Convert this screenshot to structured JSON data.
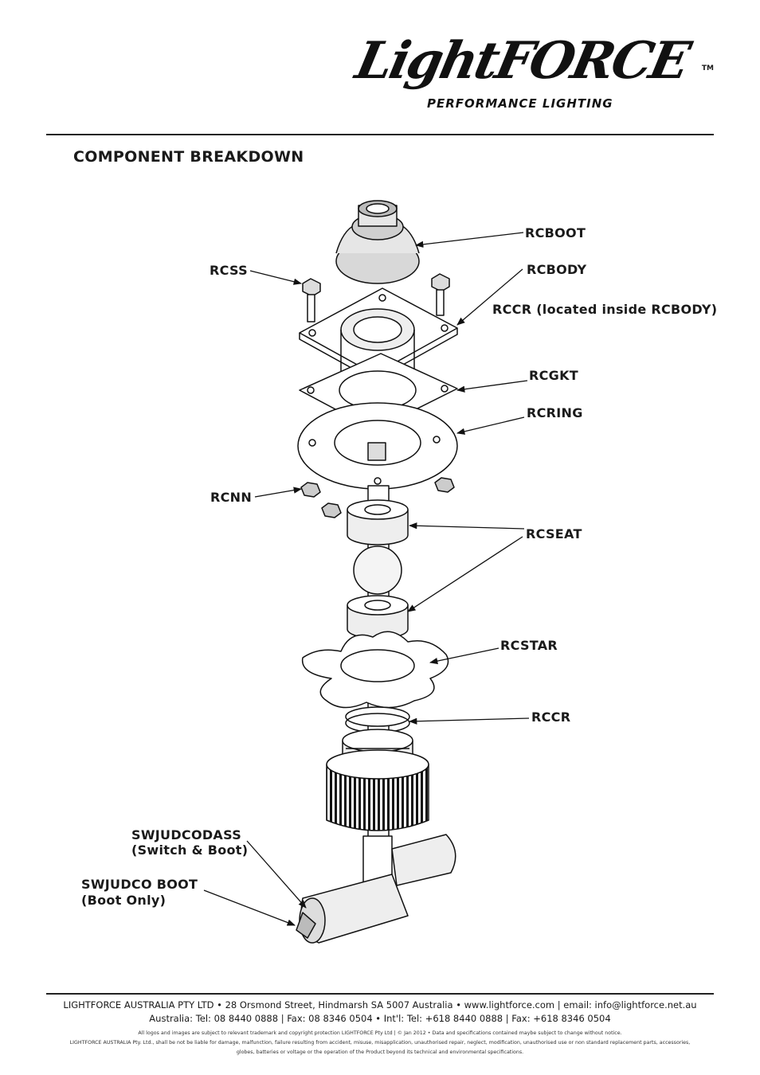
{
  "header": {
    "brand": "LightFORCE",
    "trademark": "TM",
    "tagline": "PERFORMANCE LIGHTING"
  },
  "page_title": "COMPONENT BREAKDOWN",
  "labels": {
    "rcboot": "RCBOOT",
    "rcss": "RCSS",
    "rcbody": "RCBODY",
    "rccr_inside": "RCCR (located inside RCBODY)",
    "rcgkt": "RCGKT",
    "rcring": "RCRING",
    "rcnn": "RCNN",
    "rcseat": "RCSEAT",
    "rcstar": "RCSTAR",
    "rccr": "RCCR",
    "swjudcodass_line1": "SWJUDCODASS",
    "swjudcodass_line2": "(Switch & Boot)",
    "swjudco_boot_line1": "SWJUDCO BOOT",
    "swjudco_boot_line2": "(Boot Only)"
  },
  "footer": {
    "line1": "LIGHTFORCE AUSTRALIA PTY LTD • 28 Orsmond Street, Hindmarsh SA 5007 Australia • www.lightforce.com | email: info@lightforce.net.au",
    "line2": "Australia: Tel: 08 8440 0888 | Fax: 08 8346 0504 • Int'l: Tel: +618 8440 0888 | Fax: +618 8346 0504",
    "legal1": "All logos and images are subject to relevant trademark and copyright protection LIGHTFORCE Pty Ltd | © Jan 2012 • Data and specifications contained maybe subject to change without notice.",
    "legal2": "LIGHTFORCE AUSTRALIA Pty. Ltd., shall be not be liable for damage, malfunction, failure resulting from accident, misuse, misapplication, unauthorised repair, neglect, modification, unauthorised use or non standard replacement parts, accessories,",
    "legal3": "globes, batteries or voltage or the operation of the Product beyond its technical and environmental specifications."
  }
}
